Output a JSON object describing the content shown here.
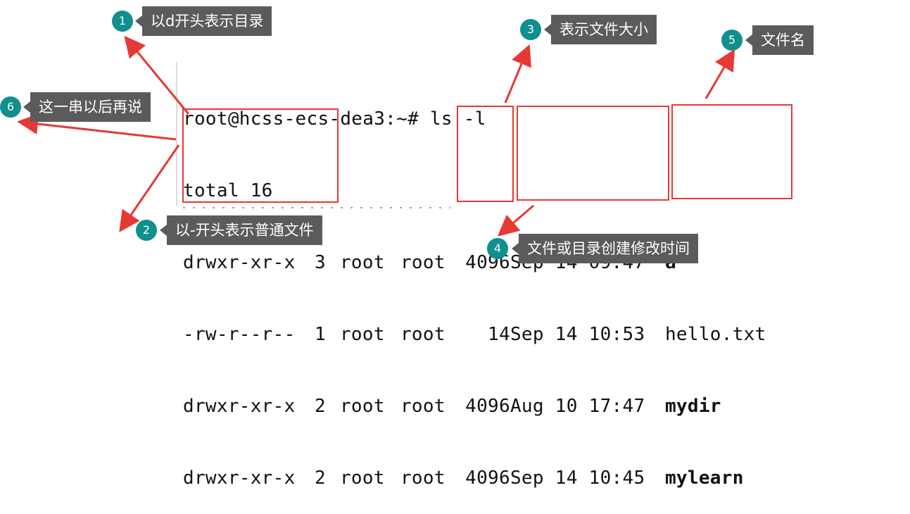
{
  "terminal": {
    "prompt_line": "root@hcss-ecs-dea3:~# ls -l",
    "total_line": "total 16",
    "rows": [
      {
        "perm": "drwxr-xr-x",
        "links": "3",
        "owner": "root",
        "group": "root",
        "size": "4096",
        "date": "Sep 14 09:47",
        "name": "a",
        "is_dir": true
      },
      {
        "perm": "-rw-r--r--",
        "links": "1",
        "owner": "root",
        "group": "root",
        "size": "14",
        "date": "Sep 14 10:53",
        "name": "hello.txt",
        "is_dir": false
      },
      {
        "perm": "drwxr-xr-x",
        "links": "2",
        "owner": "root",
        "group": "root",
        "size": "4096",
        "date": "Aug 10 17:47",
        "name": "mydir",
        "is_dir": true
      },
      {
        "perm": "drwxr-xr-x",
        "links": "2",
        "owner": "root",
        "group": "root",
        "size": "4096",
        "date": "Sep 14 10:45",
        "name": "mylearn",
        "is_dir": true
      }
    ]
  },
  "annotations": [
    {
      "number": "1",
      "text": "以d开头表示目录"
    },
    {
      "number": "2",
      "text": "以-开头表示普通文件"
    },
    {
      "number": "3",
      "text": "表示文件大小"
    },
    {
      "number": "4",
      "text": "文件或目录创建修改时间"
    },
    {
      "number": "5",
      "text": "文件名"
    },
    {
      "number": "6",
      "text": "这一串以后再说"
    }
  ],
  "colors": {
    "highlight": "#e53935",
    "callout_bg": "#5b5b5b",
    "badge_bg": "#0f8f8d"
  }
}
